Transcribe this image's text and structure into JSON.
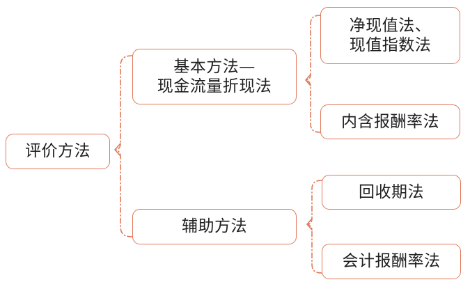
{
  "diagram": {
    "title": "评价方法",
    "type": "tree-brace-diagram",
    "accent_color": "#e0795a",
    "text_color": "#1f1f1f",
    "background_color": "#ffffff",
    "root": {
      "label": "评价方法"
    },
    "level2": [
      {
        "label": "基本方法—\n现金流量折现法"
      },
      {
        "label": "辅助方法"
      }
    ],
    "level3": {
      "basic": [
        {
          "label": "净现值法、\n现值指数法"
        },
        {
          "label": "内含报酬率法"
        }
      ],
      "aux": [
        {
          "label": "回收期法"
        },
        {
          "label": "会计报酬率法"
        }
      ]
    }
  }
}
